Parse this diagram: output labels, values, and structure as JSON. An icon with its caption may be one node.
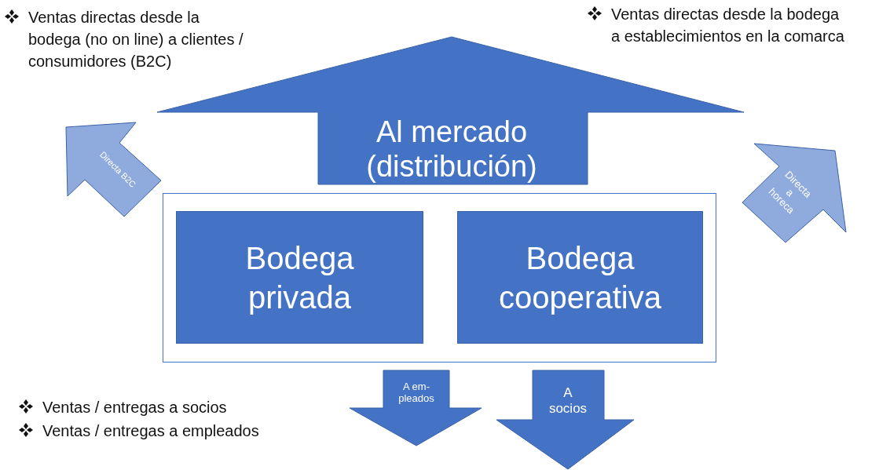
{
  "diagram": {
    "nodes": [
      {
        "text": [],
        "shape": "box"
      },
      {
        "text": [
          "Bodega privada"
        ],
        "in": 0
      },
      {
        "text": [
          "Bodega cooperativa"
        ],
        "in": 0
      },
      {
        "text": [
          "Al mercado (distribución)"
        ]
      },
      {
        "text": [
          "Directa B2C"
        ]
      },
      {
        "text": [
          "Directa a horeca"
        ]
      },
      {
        "text": [
          "A em- pleados"
        ]
      },
      {
        "text": [
          "A socios"
        ]
      }
    ],
    "labels": [
      "Ventas directas desde la bodega (no on line) a clientes / consumidores (B2C)",
      "Ventas directas desde la bodega a establecimientos en la comarca",
      "Ventas / entregas a socios",
      "Ventas / entregas a empleados"
    ]
  }
}
